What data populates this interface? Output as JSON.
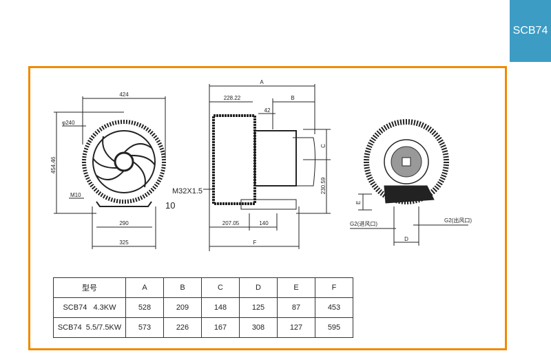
{
  "tab_label": "SCB74",
  "front_view": {
    "width": "424",
    "diameter": "φ240",
    "height": "454.46",
    "bolt": "M10",
    "foot": "10",
    "base_inner": "290",
    "base_outer": "325"
  },
  "side_view": {
    "a": "A",
    "a1": "228.22",
    "b": "B",
    "d42": "42",
    "c": "C",
    "h": "230.59",
    "thread": "M32X1.5",
    "f1": "207.05",
    "f2": "140",
    "f": "F"
  },
  "rear_view": {
    "e": "E",
    "d": "D",
    "inlet": "G2(进风口)",
    "outlet": "G2(出风口)"
  },
  "table": {
    "headers": [
      "型号",
      "A",
      "B",
      "C",
      "D",
      "E",
      "F"
    ],
    "rows": [
      [
        "SCB74   4.3KW",
        "528",
        "209",
        "148",
        "125",
        "87",
        "453"
      ],
      [
        "SCB74  5.5/7.5KW",
        "573",
        "226",
        "167",
        "308",
        "127",
        "595"
      ]
    ]
  }
}
